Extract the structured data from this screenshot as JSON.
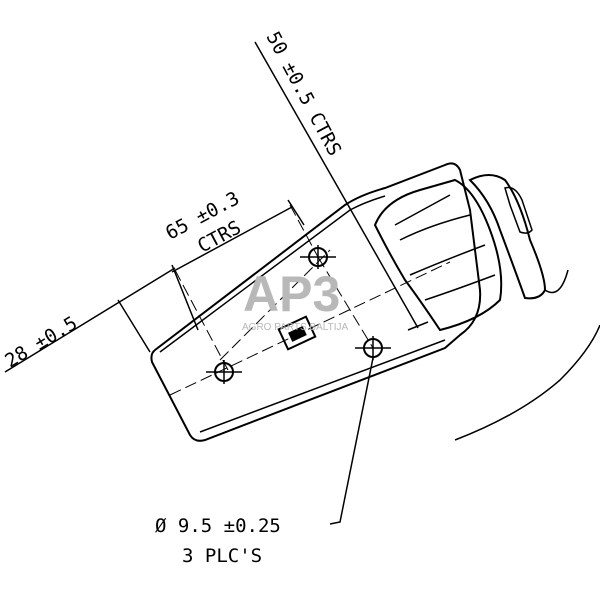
{
  "drawing": {
    "dim_width": "28 ±0.5",
    "dim_hole_spacing": "65 ±0.3",
    "dim_hole_spacing_note": "CTRS",
    "dim_vertical_spacing": "50 ±0.5 CTRS",
    "hole_callout": "Ø 9.5 ±0.25",
    "hole_count": "3 PLC'S"
  },
  "watermark": {
    "logo": "AP3",
    "text": "AGRO PARTS BALTIJA"
  }
}
